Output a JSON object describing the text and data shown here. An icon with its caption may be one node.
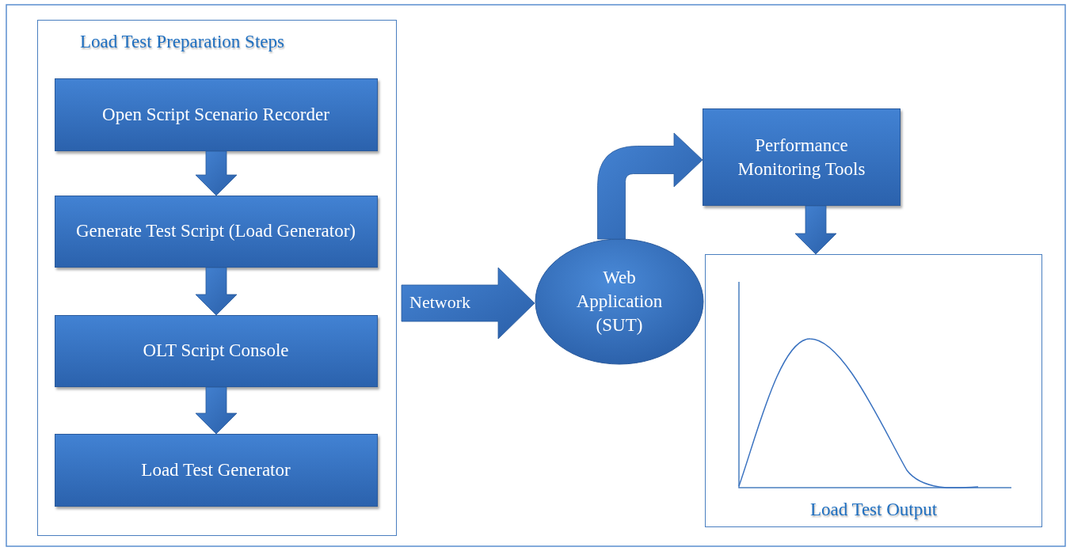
{
  "diagram": {
    "nodes": [
      {
        "text": [
          "Load Test Preparation Steps"
        ]
      },
      {
        "text": [
          "Open Script Scenario Recorder"
        ],
        "in": 0
      },
      {
        "text": [
          "Generate Test Script (Load Generator)"
        ],
        "in": 0
      },
      {
        "text": [
          "OLT Script Console"
        ],
        "in": 0
      },
      {
        "text": [
          "Load Test Generator"
        ],
        "in": 0
      },
      {
        "text": [
          "Web Application (SUT)"
        ]
      },
      {
        "text": [
          "Performance Monitoring Tools"
        ]
      },
      {
        "text": [
          "Load Test Output"
        ]
      }
    ],
    "edges": [
      {
        "from": 1,
        "to": 2,
        "arrow": "to"
      },
      {
        "from": 2,
        "to": 3,
        "arrow": "to"
      },
      {
        "from": 3,
        "to": 4,
        "arrow": "to"
      },
      {
        "from": 0,
        "to": 5,
        "arrow": "to",
        "label": "Network"
      },
      {
        "from": 5,
        "to": 6,
        "arrow": "to"
      },
      {
        "from": 6,
        "to": 7,
        "arrow": "to"
      }
    ]
  }
}
